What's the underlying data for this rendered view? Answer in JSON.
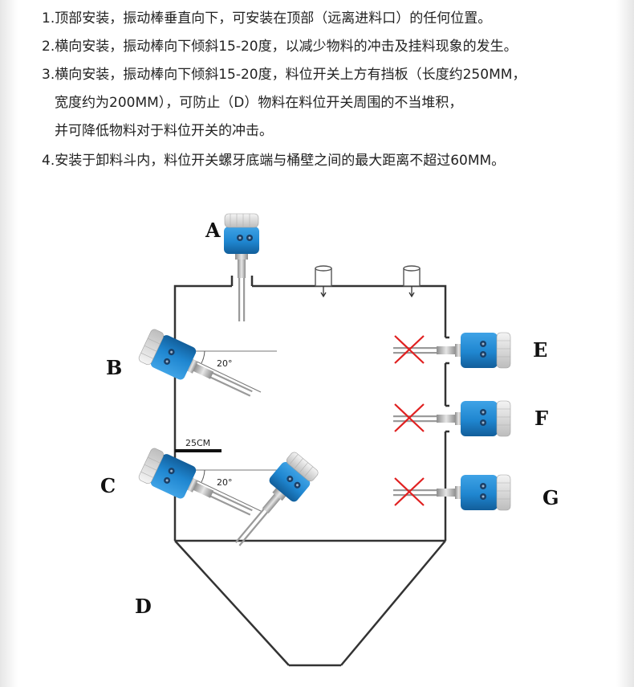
{
  "instructions": [
    "1.顶部安装，振动棒垂直向下，可安装在顶部（远离进料口）的任何位置。",
    "2.横向安装，振动棒向下倾斜15-20度，以减少物料的冲击及挂料现象的发生。",
    "3.横向安装，振动棒向下倾斜15-20度，料位开关上方有挡板（长度约250MM，",
    "宽度约为200MM），可防止（D）物料在料位开关周围的不当堆积，",
    "并可降低物料对于料位开关的冲击。",
    "4.安装于卸料斗内，料位开关螺牙底端与桶壁之间的最大距离不超过60MM。"
  ],
  "labels": {
    "a": "A",
    "b": "B",
    "c": "C",
    "d": "D",
    "e": "E",
    "f": "F",
    "g": "G"
  },
  "annotations": {
    "angle_b": "20°",
    "angle_c": "20°",
    "baffle": "25CM"
  },
  "colors": {
    "housing_blue": "#1f86d0",
    "cap_gray": "#d9d9d9",
    "wrong_mark": "#e02020",
    "outline": "#333333"
  }
}
